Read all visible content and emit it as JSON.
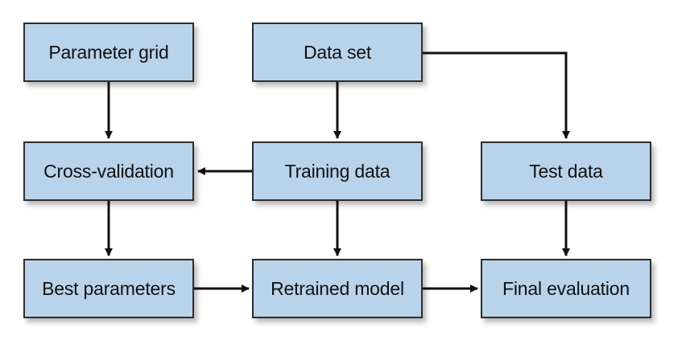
{
  "diagram": {
    "nodes": {
      "parameter_grid": "Parameter grid",
      "data_set": "Data set",
      "cross_validation": "Cross-validation",
      "training_data": "Training data",
      "test_data": "Test data",
      "best_parameters": "Best parameters",
      "retrained_model": "Retrained model",
      "final_evaluation": "Final evaluation"
    },
    "edges": [
      {
        "from": "parameter_grid",
        "to": "cross_validation"
      },
      {
        "from": "data_set",
        "to": "training_data"
      },
      {
        "from": "data_set",
        "to": "test_data"
      },
      {
        "from": "training_data",
        "to": "cross_validation"
      },
      {
        "from": "cross_validation",
        "to": "best_parameters"
      },
      {
        "from": "training_data",
        "to": "retrained_model"
      },
      {
        "from": "test_data",
        "to": "final_evaluation"
      },
      {
        "from": "best_parameters",
        "to": "retrained_model"
      },
      {
        "from": "retrained_model",
        "to": "final_evaluation"
      }
    ],
    "colors": {
      "box_fill": "#b9d3ea",
      "box_border": "#2e2e2e",
      "arrow": "#111111"
    }
  }
}
